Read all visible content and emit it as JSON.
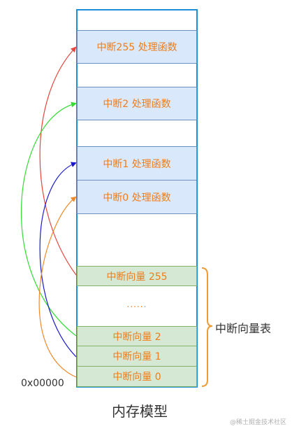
{
  "handlers": [
    {
      "label": "中断255 处理函数"
    },
    {
      "label": "中断2 处理函数"
    },
    {
      "label": "中断1 处理函数"
    },
    {
      "label": "中断0 处理函数"
    }
  ],
  "vectors": [
    {
      "label": "中断向量 255"
    },
    {
      "label": "中断向量 2"
    },
    {
      "label": "中断向量 1"
    },
    {
      "label": "中断向量 0"
    }
  ],
  "ellipsis": "......",
  "base_address": "0x00000",
  "vector_table_label": "中断向量表",
  "title": "内存模型",
  "watermark": "@稀土掘金技术社区",
  "colors": {
    "arrow_255": "#e8453c",
    "arrow_2": "#33dd33",
    "arrow_1": "#1a1acc",
    "arrow_0": "#ee8a2a",
    "brace": "#f09a36",
    "memory_border": "#1a8fd8"
  }
}
